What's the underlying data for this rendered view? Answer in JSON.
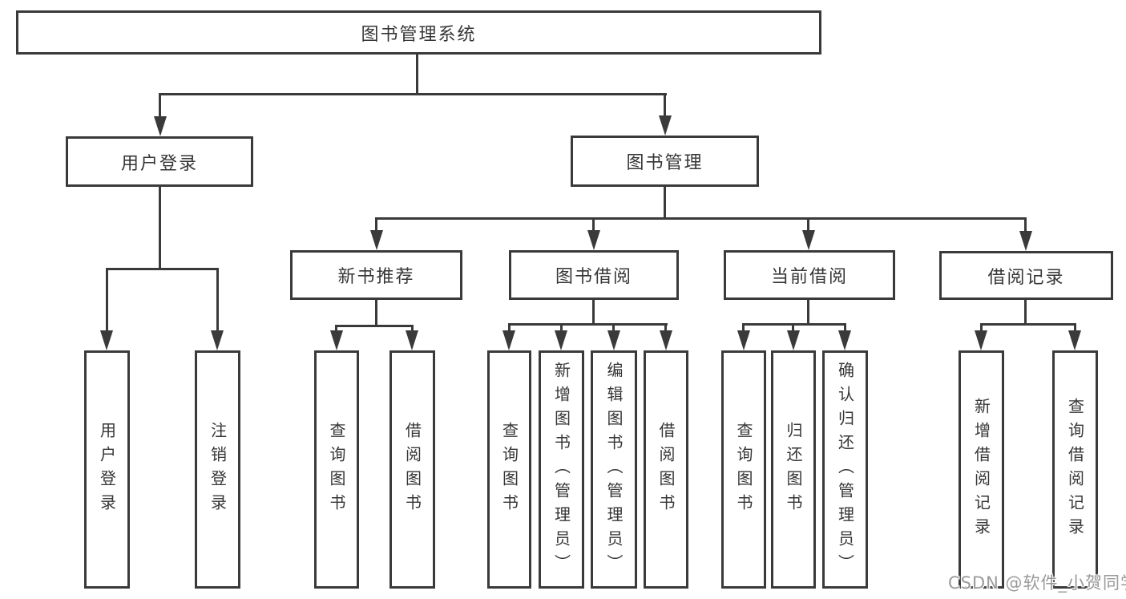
{
  "nodes": {
    "root": "图书管理系统",
    "user_login": "用户登录",
    "book_mgmt": "图书管理",
    "new_books": "新书推荐",
    "book_borrow": "图书借阅",
    "current_borrow": "当前借阅",
    "borrow_records": "借阅记录",
    "leaf_user_login": "用户登录",
    "leaf_logout": "注销登录",
    "leaf_nb_query_book": "查询图书",
    "leaf_nb_borrow_book": "借阅图书",
    "leaf_bb_query_book": "查询图书",
    "leaf_bb_add_book": "新增图书（管理员）",
    "leaf_bb_edit_book": "编辑图书（管理员）",
    "leaf_bb_borrow_book": "借阅图书",
    "leaf_cb_query_book": "查询图书",
    "leaf_cb_return_book": "归还图书",
    "leaf_cb_confirm_return": "确认归还（管理员）",
    "leaf_br_add_record": "新增借阅记录",
    "leaf_br_query_record": "查询借阅记录"
  },
  "watermark": "CSDN @软件_小贺同学",
  "colors": {
    "line": "#3a3a3a",
    "text": "#363636",
    "watermark": "#9a9a9a",
    "background": "#ffffff"
  }
}
